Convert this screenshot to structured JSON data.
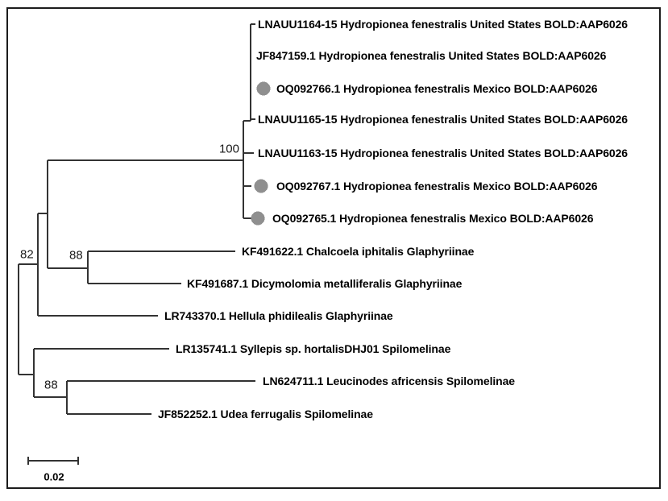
{
  "figure": {
    "type": "phylogenetic tree",
    "background_color": "#ffffff",
    "border_color": "#1c1c1c",
    "line_color": "#333333",
    "marker_color": "#8f8f8f",
    "text_color": "#000000"
  },
  "tree": {
    "tips": [
      {
        "label": "LNAUU1164-15 Hydropionea fenestralis United States BOLD:AAP6026",
        "marked": false
      },
      {
        "label": "JF847159.1 Hydropionea fenestralis United States BOLD:AAP6026",
        "marked": false
      },
      {
        "label": "OQ092766.1 Hydropionea fenestralis Mexico BOLD:AAP6026",
        "marked": true
      },
      {
        "label": "LNAUU1165-15 Hydropionea fenestralis United States BOLD:AAP6026",
        "marked": false
      },
      {
        "label": "LNAUU1163-15 Hydropionea fenestralis United States BOLD:AAP6026",
        "marked": false
      },
      {
        "label": "OQ092767.1 Hydropionea fenestralis Mexico BOLD:AAP6026",
        "marked": true
      },
      {
        "label": "OQ092765.1 Hydropionea fenestralis Mexico BOLD:AAP6026",
        "marked": true
      },
      {
        "label": "KF491622.1 Chalcoela iphitalis Glaphyriinae",
        "marked": false
      },
      {
        "label": "KF491687.1 Dicymolomia metalliferalis Glaphyriinae",
        "marked": false
      },
      {
        "label": "LR743370.1 Hellula phidilealis Glaphyriinae",
        "marked": false
      },
      {
        "label": "LR135741.1 Syllepis sp. hortalisDHJ01 Spilomelinae",
        "marked": false
      },
      {
        "label": "LN624711.1 Leucinodes africensis Spilomelinae",
        "marked": false
      },
      {
        "label": "JF852252.1 Udea ferrugalis Spilomelinae",
        "marked": false
      }
    ],
    "bootstrap_labels": [
      {
        "value": "100"
      },
      {
        "value": "82"
      },
      {
        "value": "88"
      },
      {
        "value": "88"
      }
    ],
    "scale_bar": {
      "label": "0.02"
    }
  }
}
